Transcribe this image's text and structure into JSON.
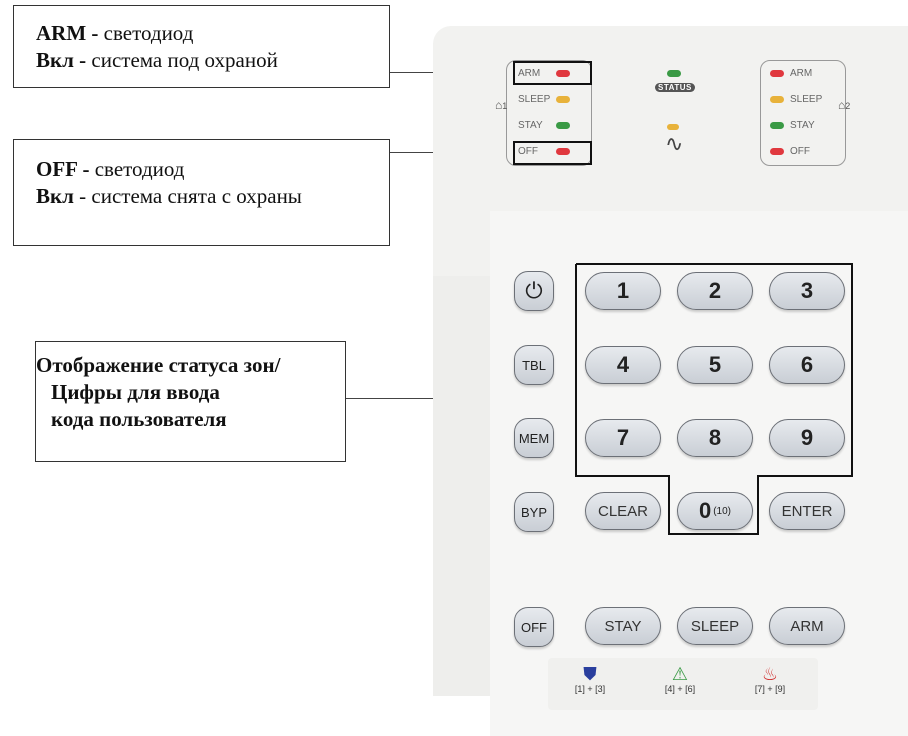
{
  "callouts": {
    "arm": {
      "line1_bold": "ARM -",
      "line1_text": " светодиод",
      "line2_bold": "Вкл -",
      "line2_text": "   система под охраной"
    },
    "off": {
      "line1_bold": "OFF -",
      "line1_text": " светодиод",
      "line2_bold": "Вкл",
      "line2_text": "  - система снята с охраны"
    },
    "zones": {
      "line1": "Отображение статуса зон/",
      "line2": "Цифры для ввода",
      "line3": "кода пользователя"
    }
  },
  "keypad": {
    "led_group_1": {
      "number": "1",
      "rows": [
        {
          "label": "ARM",
          "color": "#e0383e"
        },
        {
          "label": "SLEEP",
          "color": "#e8b23a"
        },
        {
          "label": "STAY",
          "color": "#3a9a45"
        },
        {
          "label": "OFF",
          "color": "#e0383e"
        }
      ]
    },
    "led_group_2": {
      "number": "2",
      "rows": [
        {
          "label": "ARM",
          "color": "#e0383e"
        },
        {
          "label": "SLEEP",
          "color": "#e8b23a"
        },
        {
          "label": "STAY",
          "color": "#3a9a45"
        },
        {
          "label": "OFF",
          "color": "#e0383e"
        }
      ]
    },
    "status_led": {
      "color": "#3a9a45",
      "label": "STATUS"
    },
    "ac_led": {
      "color": "#e8b23a",
      "symbol": "∿"
    },
    "side_keys": [
      "TBL",
      "MEM",
      "BYP",
      "OFF"
    ],
    "power_icon": "power-icon",
    "digits": [
      "1",
      "2",
      "3",
      "4",
      "5",
      "6",
      "7",
      "8",
      "9"
    ],
    "clear_label": "CLEAR",
    "zero_label": "0",
    "zero_sub": "(10)",
    "enter_label": "ENTER",
    "mode_keys": [
      "STAY",
      "SLEEP",
      "ARM"
    ],
    "emergency": [
      {
        "icon": "police-shield-icon",
        "glyph": "⛊",
        "color": "#2a3f9e",
        "label": "[1] + [3]"
      },
      {
        "icon": "warning-triangle-icon",
        "glyph": "⚠",
        "color": "#3a9a45",
        "label": "[4] + [6]"
      },
      {
        "icon": "fire-icon",
        "glyph": "♨",
        "color": "#d03030",
        "label": "[7] + [9]"
      }
    ]
  }
}
